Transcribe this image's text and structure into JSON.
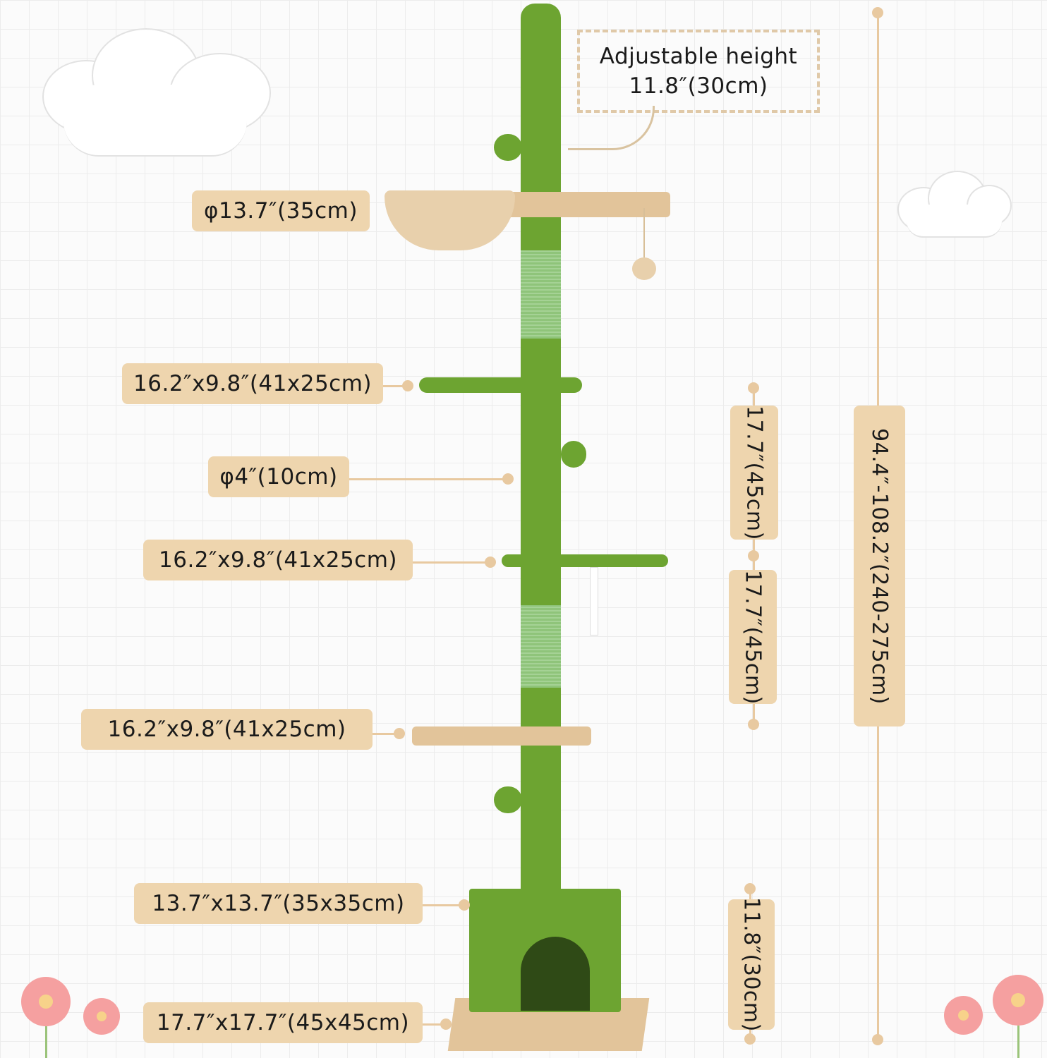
{
  "callout": {
    "line1": "Adjustable height",
    "line2": "11.8″(30cm)"
  },
  "labels": {
    "hammock": "φ13.7″(35cm)",
    "platform_top": "16.2″x9.8″(41x25cm)",
    "pole_diameter": "φ4″(10cm)",
    "platform_middle": "16.2″x9.8″(41x25cm)",
    "platform_bottom": "16.2″x9.8″(41x25cm)",
    "condo": "13.7″x13.7″(35x35cm)",
    "base": "17.7″x17.7″(45x45cm)"
  },
  "vertical_labels": {
    "spacing_upper": "17.7″(45cm)",
    "spacing_lower": "17.7″(45cm)",
    "condo_height": "11.8″(30cm)",
    "total_height": "94.4″-108.2″(240-275cm)"
  },
  "colors": {
    "label": "#eed5ae",
    "green": "#6da431",
    "beige": "#e2c49a"
  }
}
